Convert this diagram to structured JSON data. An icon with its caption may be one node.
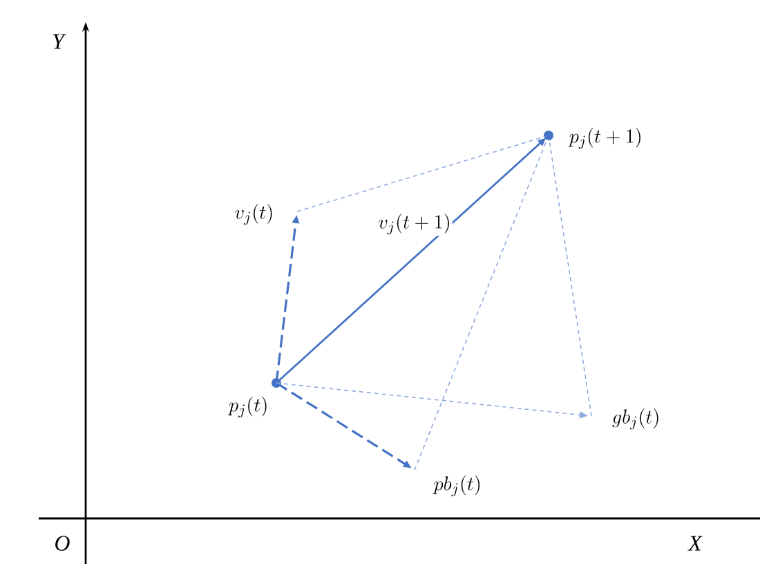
{
  "diagram": {
    "nodes": [
      {
        "text": [
          "p_j(t)"
        ]
      },
      {
        "text": [
          "v_j(t)"
        ]
      },
      {
        "text": [
          "p_j(t+1)"
        ]
      },
      {
        "text": [
          "gb_j(t)"
        ]
      },
      {
        "text": [
          "pb_j(t)"
        ]
      }
    ],
    "edges": [
      {
        "from": 0,
        "to": 1,
        "arrow": "to",
        "style": "dashed"
      },
      {
        "from": 0,
        "to": 2,
        "arrow": "to",
        "label": "v_j(t+1)"
      },
      {
        "from": 0,
        "to": 4,
        "arrow": "to",
        "style": "dashed"
      },
      {
        "from": 0,
        "to": 3,
        "arrow": "to",
        "style": "dashed",
        "color": "#8faadc"
      },
      {
        "from": 1,
        "to": 2,
        "arrow": "none",
        "style": "dashed",
        "color": "#8faadc"
      },
      {
        "from": 4,
        "to": 2,
        "arrow": "none",
        "style": "dashed",
        "color": "#8faadc"
      },
      {
        "from": 3,
        "to": 2,
        "arrow": "none",
        "style": "dashed",
        "color": "#8faadc"
      }
    ],
    "labels": [
      "Y",
      "O",
      "X"
    ]
  }
}
